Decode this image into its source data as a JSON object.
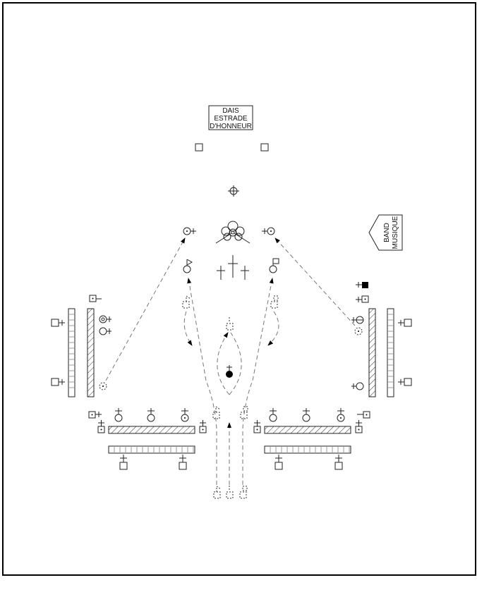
{
  "dais": {
    "lines": [
      "DAIS",
      "ESTRADE",
      "D'HONNEUR"
    ]
  },
  "band": {
    "lines": [
      "BAND",
      "MUSIQUE"
    ]
  },
  "colors": {
    "line": "#222222",
    "path": "#777777",
    "background": "#ffffff"
  }
}
